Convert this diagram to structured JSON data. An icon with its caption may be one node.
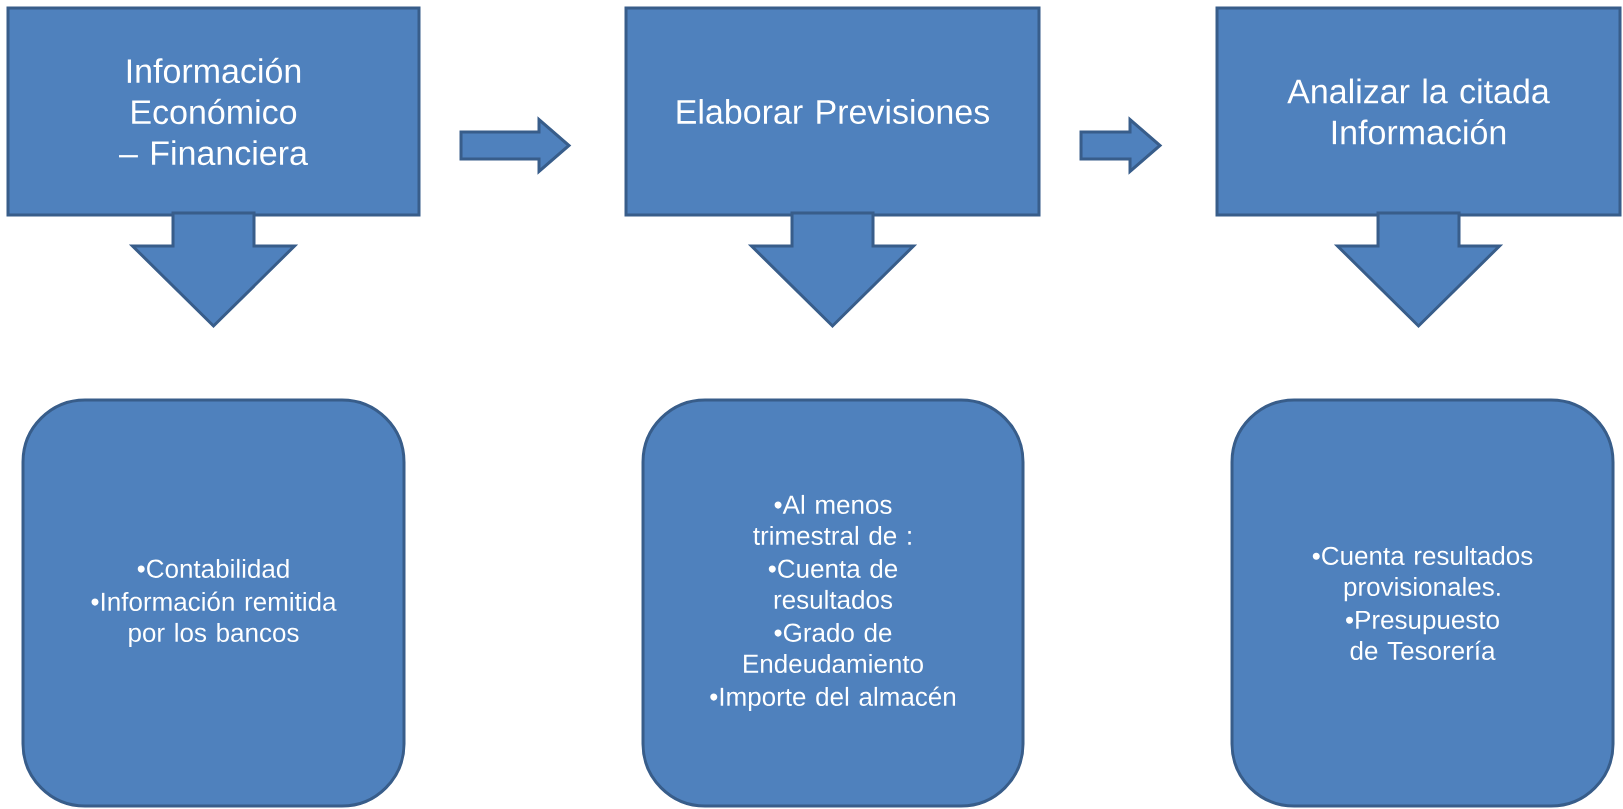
{
  "diagram": {
    "nodes": [
      {
        "text": [
          "Información Económico – Financiera"
        ]
      },
      {
        "text": [
          "Elaborar Previsiones"
        ]
      },
      {
        "text": [
          "Analizar la citada Información"
        ]
      },
      {
        "text": [
          "•Contabilidad",
          "•Información remitida por los bancos"
        ]
      },
      {
        "text": [
          "•Al menos trimestral de :",
          "•Cuenta de resultados",
          "•Grado de Endeudamiento",
          "•Importe del almacén"
        ]
      },
      {
        "text": [
          "•Cuenta resultados provisionales.",
          "•Presupuesto de Tesorería"
        ]
      }
    ],
    "edges": [
      {
        "from": 0,
        "to": 1,
        "arrow": "to"
      },
      {
        "from": 1,
        "to": 2,
        "arrow": "to"
      },
      {
        "from": 0,
        "to": 3,
        "arrow": "to"
      },
      {
        "from": 1,
        "to": 4,
        "arrow": "to"
      },
      {
        "from": 2,
        "to": 5,
        "arrow": "to"
      }
    ]
  }
}
